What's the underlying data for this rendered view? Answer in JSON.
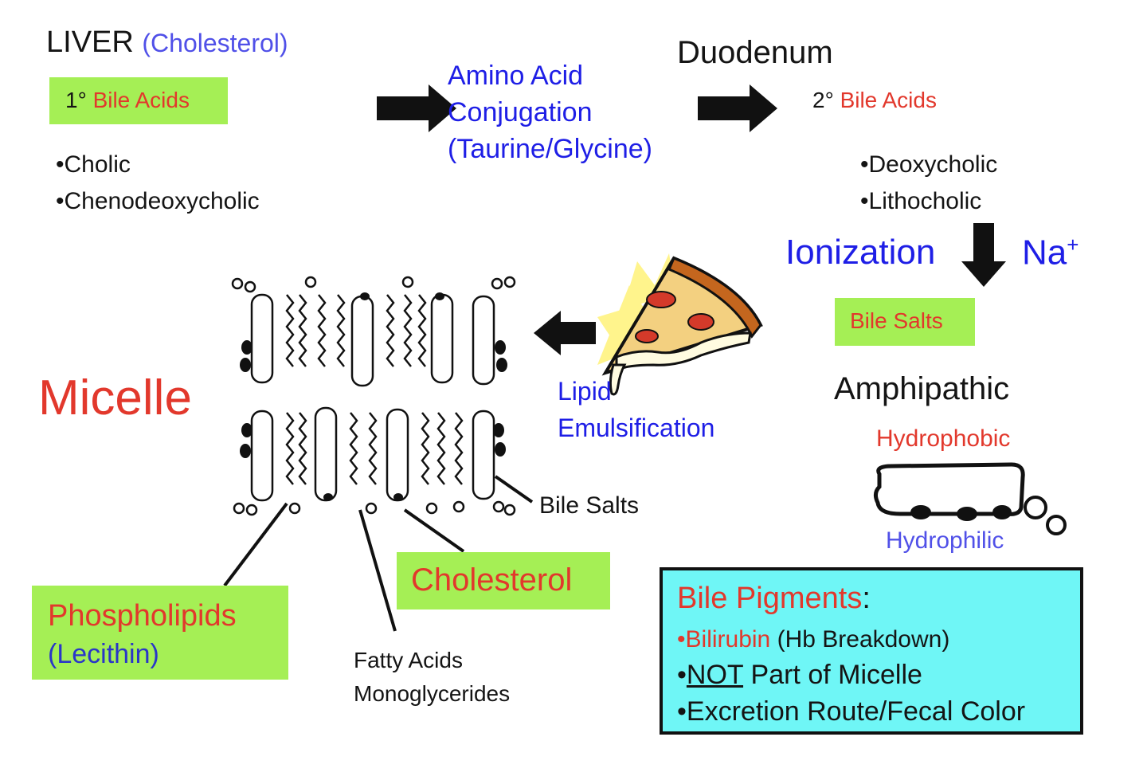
{
  "liver": {
    "title": "LIVER",
    "source": "(Cholesterol)"
  },
  "primary": {
    "prefix": "1°",
    "label": "Bile Acids",
    "items": [
      "Cholic",
      "Chenodeoxycholic"
    ]
  },
  "conjugation": {
    "line1": "Amino Acid",
    "line2": "Conjugation",
    "line3": "(Taurine/Glycine)"
  },
  "duodenum": {
    "title": "Duodenum"
  },
  "secondary": {
    "prefix": "2°",
    "label": "Bile Acids",
    "items": [
      "Deoxycholic",
      "Lithocholic"
    ]
  },
  "ionization": {
    "label": "Ionization",
    "ion": "Na",
    "charge": "+"
  },
  "bile_salts": {
    "label": "Bile Salts"
  },
  "amphipathic": {
    "title": "Amphipathic",
    "hydrophobic": "Hydrophobic",
    "hydrophilic": "Hydrophilic"
  },
  "emulsification": {
    "line1": "Lipid",
    "line2": "Emulsification"
  },
  "micelle": {
    "title": "Micelle",
    "bile_salts_label": "Bile Salts",
    "cholesterol_label": "Cholesterol",
    "phospholipids_label": "Phospholipids",
    "lecithin_label": "(Lecithin)",
    "fatty_acids_line1": "Fatty Acids",
    "fatty_acids_line2": "Monoglycerides"
  },
  "pigments": {
    "title": "Bile Pigments",
    "colon": ":",
    "bilirubin": "Bilirubin",
    "bilirubin_note": "(Hb Breakdown)",
    "not_word": "NOT",
    "not_rest": "Part of Micelle",
    "excretion": "Excretion Route/Fecal Color"
  },
  "colors": {
    "accent_green": "#a5ef55",
    "accent_cyan": "#6ff6f6",
    "text_red": "#e2382c",
    "text_blue": "#1e1ee6"
  },
  "icons": [
    "arrow-right-icon",
    "arrow-down-icon",
    "arrow-left-icon",
    "pizza-icon",
    "micelle-icon",
    "amphipathic-molecule-icon"
  ]
}
